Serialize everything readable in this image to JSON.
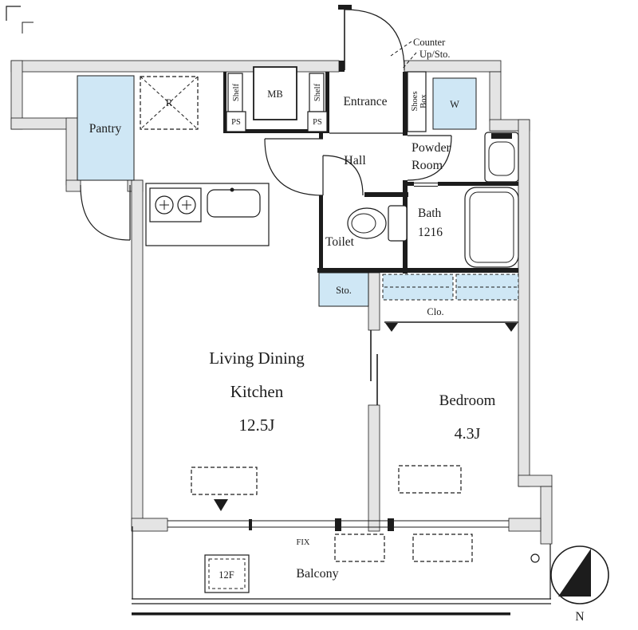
{
  "plan": {
    "colors": {
      "accent_blue": "#cfe7f5",
      "wall_gray": "#e4e4e4",
      "line": "#1c1c1c"
    },
    "labels": {
      "pantry": "Pantry",
      "fridge": "R",
      "shelf_left": "Shelf",
      "ps_left": "PS",
      "meter_box": "MB",
      "shelf_right": "Shelf",
      "ps_right": "PS",
      "entrance": "Entrance",
      "shoes_box_1": "Shoes",
      "shoes_box_2": "Box",
      "washer": "W",
      "counter_note_1": "Counter",
      "counter_note_2": "Up/Sto.",
      "hall": "Hall",
      "powder_1": "Powder",
      "powder_2": "Room",
      "toilet": "Toilet",
      "bath": "Bath",
      "bath_size": "1216",
      "storage": "Sto.",
      "closet": "Clo.",
      "ldk_1": "Living Dining",
      "ldk_2": "Kitchen",
      "ldk_size": "12.5J",
      "bedroom": "Bedroom",
      "bedroom_size": "4.3J",
      "window_fix": "FIX",
      "balcony": "Balcony",
      "floor_hatch": "12F",
      "compass_north": "N"
    }
  }
}
